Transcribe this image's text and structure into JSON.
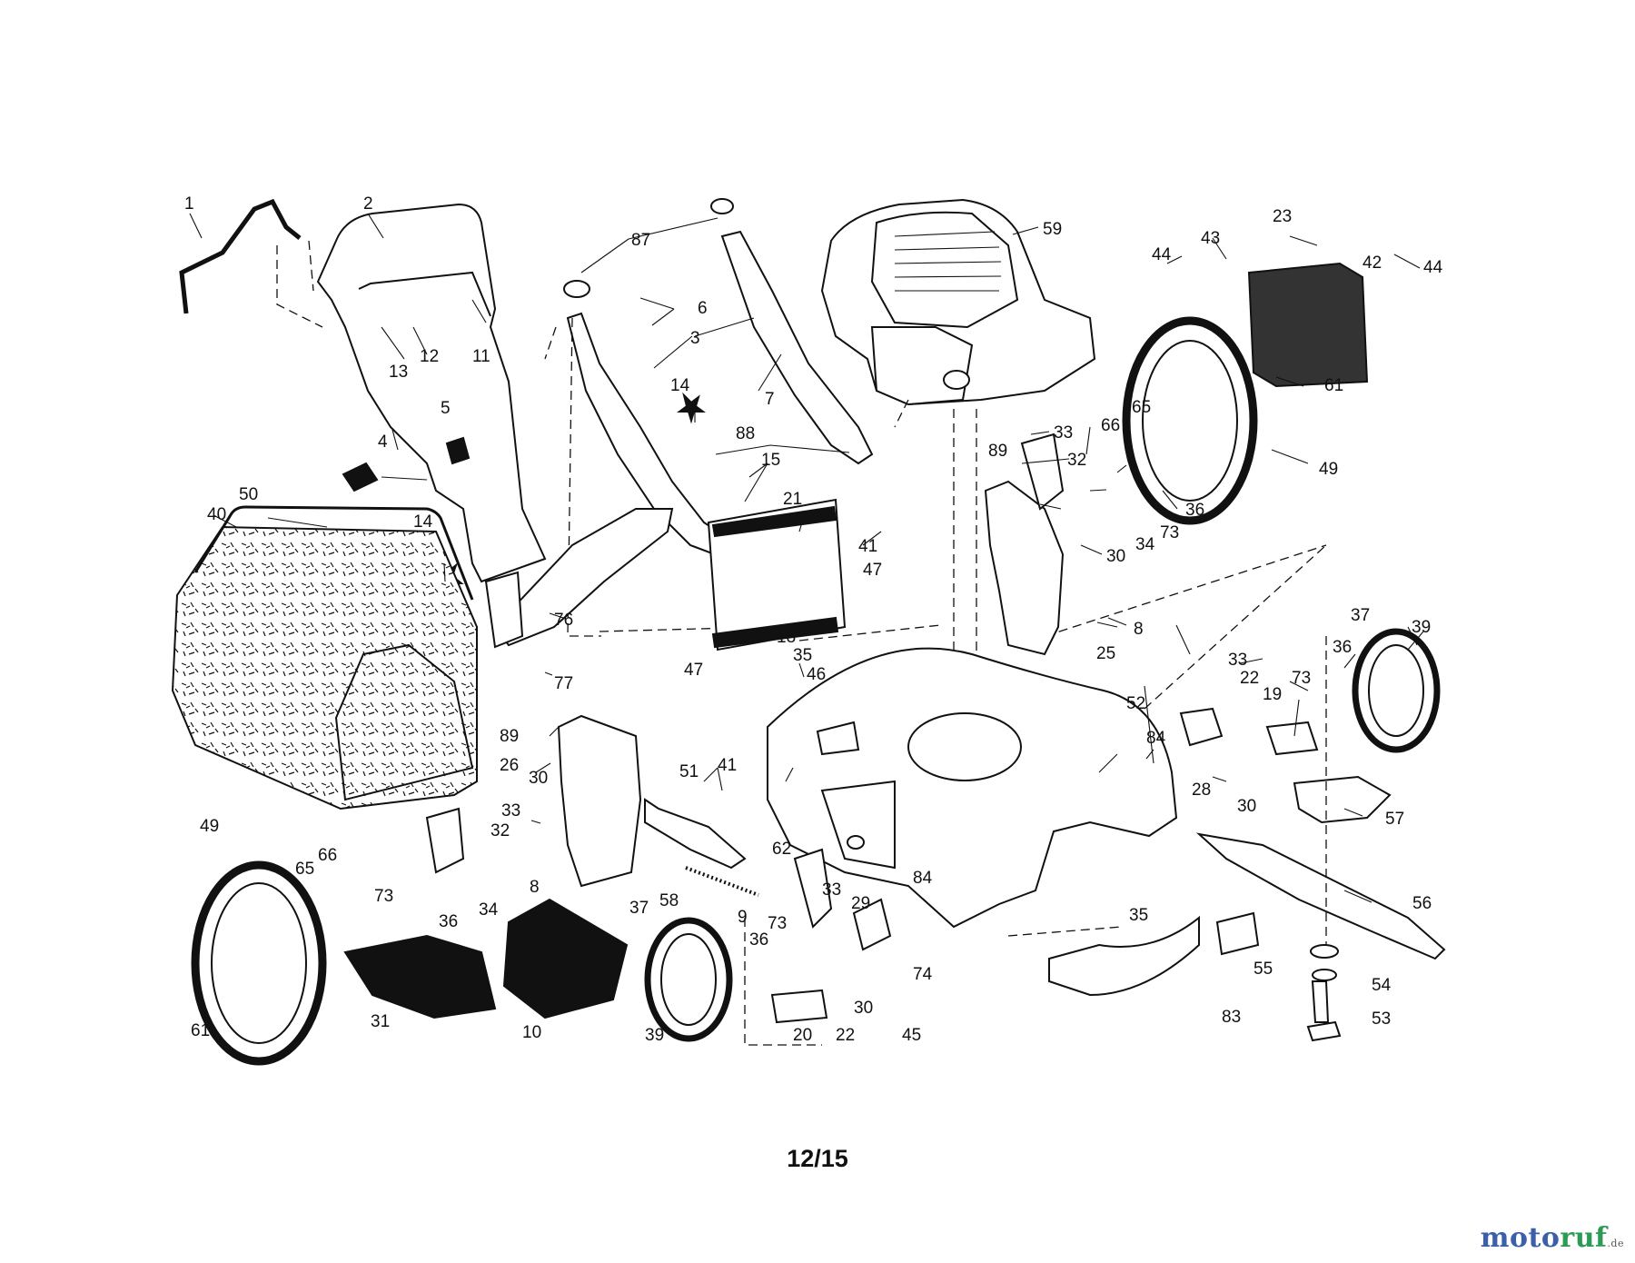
{
  "page_number": "12/15",
  "watermark": {
    "name_a": "moto",
    "name_b": "ruf",
    "suffix": ".de"
  },
  "colors": {
    "line": "#111111",
    "watermark_blue": "#3b5fa8",
    "watermark_green": "#2c9b55"
  },
  "callouts": [
    {
      "id": "c1",
      "label": "1"
    },
    {
      "id": "c2",
      "label": "2"
    },
    {
      "id": "c87",
      "label": "87"
    },
    {
      "id": "c59",
      "label": "59"
    },
    {
      "id": "c23",
      "label": "23"
    },
    {
      "id": "c43",
      "label": "43"
    },
    {
      "id": "c44a",
      "label": "44"
    },
    {
      "id": "c42",
      "label": "42"
    },
    {
      "id": "c44b",
      "label": "44"
    },
    {
      "id": "c6",
      "label": "6"
    },
    {
      "id": "c3",
      "label": "3"
    },
    {
      "id": "c11",
      "label": "11"
    },
    {
      "id": "c13",
      "label": "13"
    },
    {
      "id": "c12",
      "label": "12"
    },
    {
      "id": "c7",
      "label": "7"
    },
    {
      "id": "c61a",
      "label": "61"
    },
    {
      "id": "c5",
      "label": "5"
    },
    {
      "id": "c14a",
      "label": "14"
    },
    {
      "id": "c33a",
      "label": "33"
    },
    {
      "id": "c66a",
      "label": "66"
    },
    {
      "id": "c65a",
      "label": "65"
    },
    {
      "id": "c4",
      "label": "4"
    },
    {
      "id": "c88",
      "label": "88"
    },
    {
      "id": "c89a",
      "label": "89"
    },
    {
      "id": "c32a",
      "label": "32"
    },
    {
      "id": "c49a",
      "label": "49"
    },
    {
      "id": "c15",
      "label": "15"
    },
    {
      "id": "c50",
      "label": "50"
    },
    {
      "id": "c36a",
      "label": "36"
    },
    {
      "id": "c40",
      "label": "40"
    },
    {
      "id": "c21",
      "label": "21"
    },
    {
      "id": "c34a",
      "label": "34"
    },
    {
      "id": "c73a",
      "label": "73"
    },
    {
      "id": "c14b",
      "label": "14"
    },
    {
      "id": "c41a",
      "label": "41"
    },
    {
      "id": "c30a",
      "label": "30"
    },
    {
      "id": "c47a",
      "label": "47"
    },
    {
      "id": "c76",
      "label": "76"
    },
    {
      "id": "c8a",
      "label": "8"
    },
    {
      "id": "c37a",
      "label": "37"
    },
    {
      "id": "c39a",
      "label": "39"
    },
    {
      "id": "c18",
      "label": "18"
    },
    {
      "id": "c25",
      "label": "25"
    },
    {
      "id": "c36b",
      "label": "36"
    },
    {
      "id": "c35a",
      "label": "35"
    },
    {
      "id": "c33b",
      "label": "33"
    },
    {
      "id": "c47b",
      "label": "47"
    },
    {
      "id": "c46",
      "label": "46"
    },
    {
      "id": "c77",
      "label": "77"
    },
    {
      "id": "c22a",
      "label": "22"
    },
    {
      "id": "c73b",
      "label": "73"
    },
    {
      "id": "c52",
      "label": "52"
    },
    {
      "id": "c19",
      "label": "19"
    },
    {
      "id": "c89b",
      "label": "89"
    },
    {
      "id": "c84a",
      "label": "84"
    },
    {
      "id": "c26",
      "label": "26"
    },
    {
      "id": "c51",
      "label": "51"
    },
    {
      "id": "c41b",
      "label": "41"
    },
    {
      "id": "c30b",
      "label": "30"
    },
    {
      "id": "c28",
      "label": "28"
    },
    {
      "id": "c30c",
      "label": "30"
    },
    {
      "id": "c33c",
      "label": "33"
    },
    {
      "id": "c32b",
      "label": "32"
    },
    {
      "id": "c57",
      "label": "57"
    },
    {
      "id": "c49b",
      "label": "49"
    },
    {
      "id": "c62",
      "label": "62"
    },
    {
      "id": "c65b",
      "label": "65"
    },
    {
      "id": "c66b",
      "label": "66"
    },
    {
      "id": "c8b",
      "label": "8"
    },
    {
      "id": "c73c",
      "label": "73"
    },
    {
      "id": "c34b",
      "label": "34"
    },
    {
      "id": "c84b",
      "label": "84"
    },
    {
      "id": "c58",
      "label": "58"
    },
    {
      "id": "c9",
      "label": "9"
    },
    {
      "id": "c33d",
      "label": "33"
    },
    {
      "id": "c29",
      "label": "29"
    },
    {
      "id": "c56",
      "label": "56"
    },
    {
      "id": "c36c",
      "label": "36"
    },
    {
      "id": "c37b",
      "label": "37"
    },
    {
      "id": "c73d",
      "label": "73"
    },
    {
      "id": "c35b",
      "label": "35"
    },
    {
      "id": "c36d",
      "label": "36"
    },
    {
      "id": "c74",
      "label": "74"
    },
    {
      "id": "c55",
      "label": "55"
    },
    {
      "id": "c54",
      "label": "54"
    },
    {
      "id": "c30d",
      "label": "30"
    },
    {
      "id": "c31",
      "label": "31"
    },
    {
      "id": "c61b",
      "label": "61"
    },
    {
      "id": "c10",
      "label": "10"
    },
    {
      "id": "c39b",
      "label": "39"
    },
    {
      "id": "c20",
      "label": "20"
    },
    {
      "id": "c22b",
      "label": "22"
    },
    {
      "id": "c45",
      "label": "45"
    },
    {
      "id": "c83",
      "label": "83"
    },
    {
      "id": "c53",
      "label": "53"
    }
  ]
}
